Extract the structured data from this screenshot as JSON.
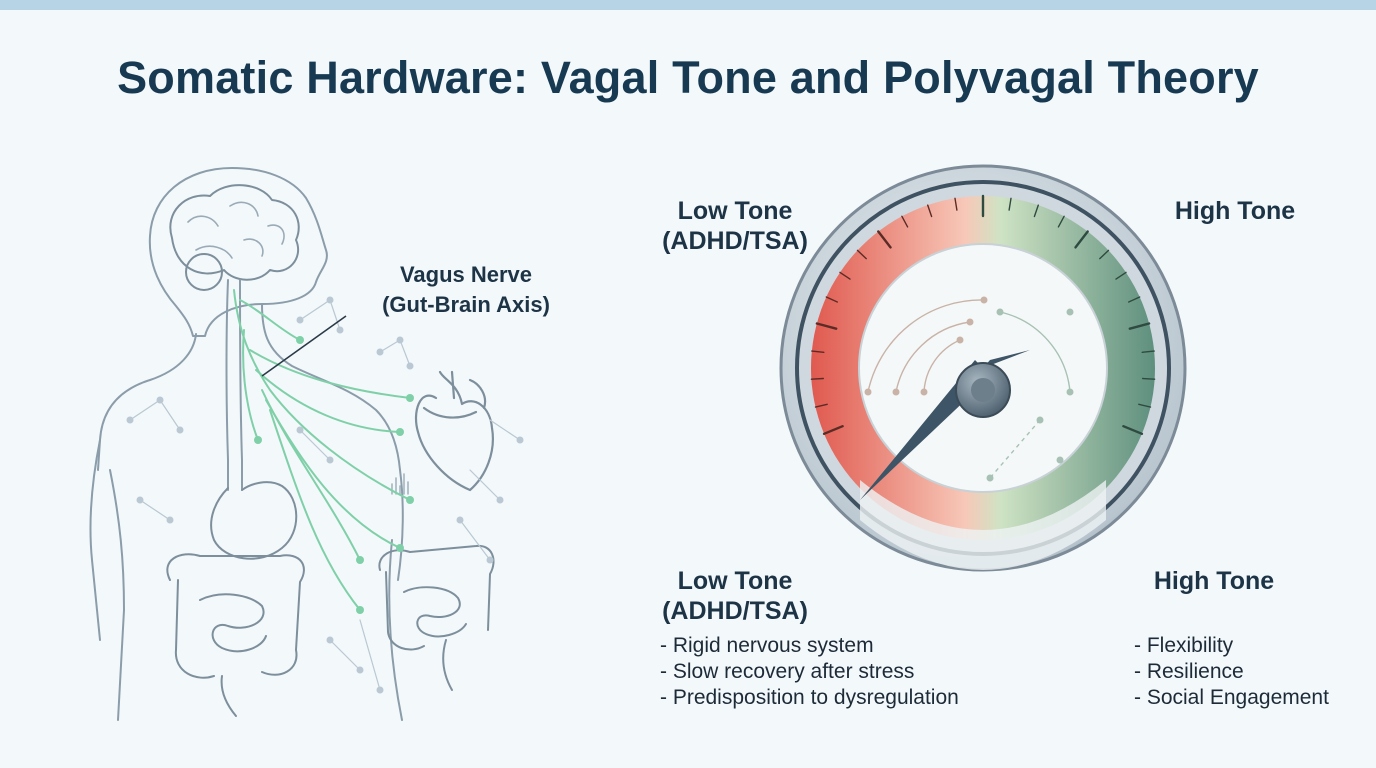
{
  "title": "Somatic Hardware: Vagal Tone and Polyvagal Theory",
  "body_diagram": {
    "nerve_label": [
      "Vagus Nerve",
      "(Gut-Brain Axis)"
    ]
  },
  "gauge": {
    "low_label": [
      "Low Tone",
      "(ADHD/TSA)"
    ],
    "high_label": "High Tone",
    "needle_level": 0.1,
    "colors": {
      "low": "#e0594f",
      "high": "#5e8f7e"
    }
  },
  "low_tone": {
    "title": [
      "Low Tone",
      "(ADHD/TSA)"
    ],
    "items": [
      "- Rigid nervous system",
      "- Slow recovery after stress",
      "- Predisposition to dysregulation"
    ]
  },
  "high_tone": {
    "title": "High Tone",
    "items": [
      "- Flexibility",
      "- Resilience",
      "- Social Engagement"
    ]
  },
  "colors": {
    "title": "#173a52",
    "nerve": "#7fd0a8",
    "outline": "#8b9daa"
  }
}
